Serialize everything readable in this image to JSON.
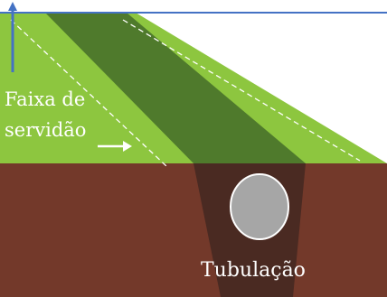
{
  "labels": {
    "strip_line1": "Faixa de",
    "strip_line2": "servidão",
    "pipe": "Tubulação"
  },
  "colors": {
    "light_green": "#8dc63f",
    "dark_green": "#4f7a2c",
    "soil": "#73392a",
    "trench": "#4a2a22",
    "pipe": "#a6a6a6",
    "top_border": "#4472c4",
    "dashed_lines": "#ffffff",
    "arrows": "#ffffff",
    "vertical_arrow": "#4472c4"
  }
}
